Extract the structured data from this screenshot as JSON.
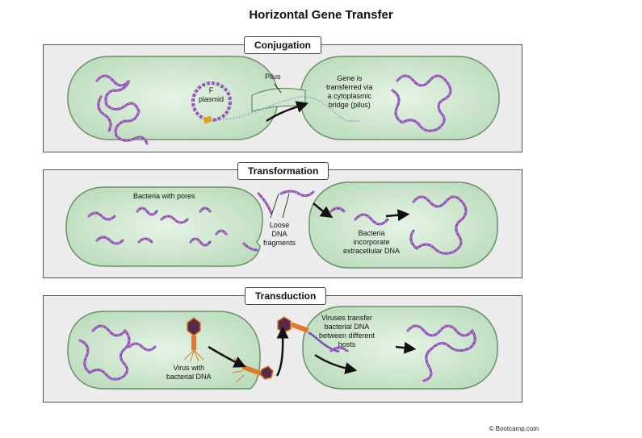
{
  "title": "Horizontal Gene Transfer",
  "colors": {
    "cell_fill": "#cfe8cf",
    "cell_stroke": "#6a8f6a",
    "panel_bg": "#ececec",
    "dna_a": "#7a4fb8",
    "dna_b": "#d86fc0",
    "virus_body": "#e07a2a",
    "virus_head": "#5a2a4a"
  },
  "panels": [
    {
      "name": "conjugation",
      "heading": "Conjugation",
      "labels": {
        "f_plasmid": "F\nplasmid",
        "pilus": "Pilus",
        "transfer": "Gene is\ntransferred via\na cytoplasmic\nbridge (pilus)"
      }
    },
    {
      "name": "transformation",
      "heading": "Transformation",
      "labels": {
        "pores": "Bacteria with pores",
        "loose": "Loose\nDNA\nfragments",
        "incorporate": "Bacteria\nincorporate\nextracellular DNA"
      }
    },
    {
      "name": "transduction",
      "heading": "Transduction",
      "labels": {
        "virus": "Virus with\nbacterial DNA",
        "transfer": "Viruses transfer\nbacterial DNA\nbetween different\nhosts"
      }
    }
  ],
  "credit": "© Bootcamp.com"
}
